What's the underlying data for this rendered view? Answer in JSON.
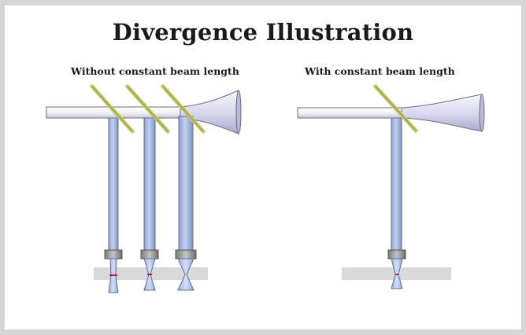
{
  "title": "Divergence Illustration",
  "panels": {
    "left": {
      "caption": "Without constant beam length"
    },
    "right": {
      "caption": "With constant beam length"
    }
  },
  "colors": {
    "page_background": "#ffffff",
    "frame_border": "#d6d6d6",
    "beam_tube": "#a7b8de",
    "beam_expander": "#c9c9e8",
    "beam_splitter_mirror": "#c7c96b",
    "focusing_nozzle": "#9a9a9a",
    "workpiece": "#d9d9d9",
    "focal_point": "#c0202a"
  },
  "icons": [
    "beam-splitter-mirror-icon",
    "focusing-nozzle-icon",
    "laser-cone-icon"
  ]
}
